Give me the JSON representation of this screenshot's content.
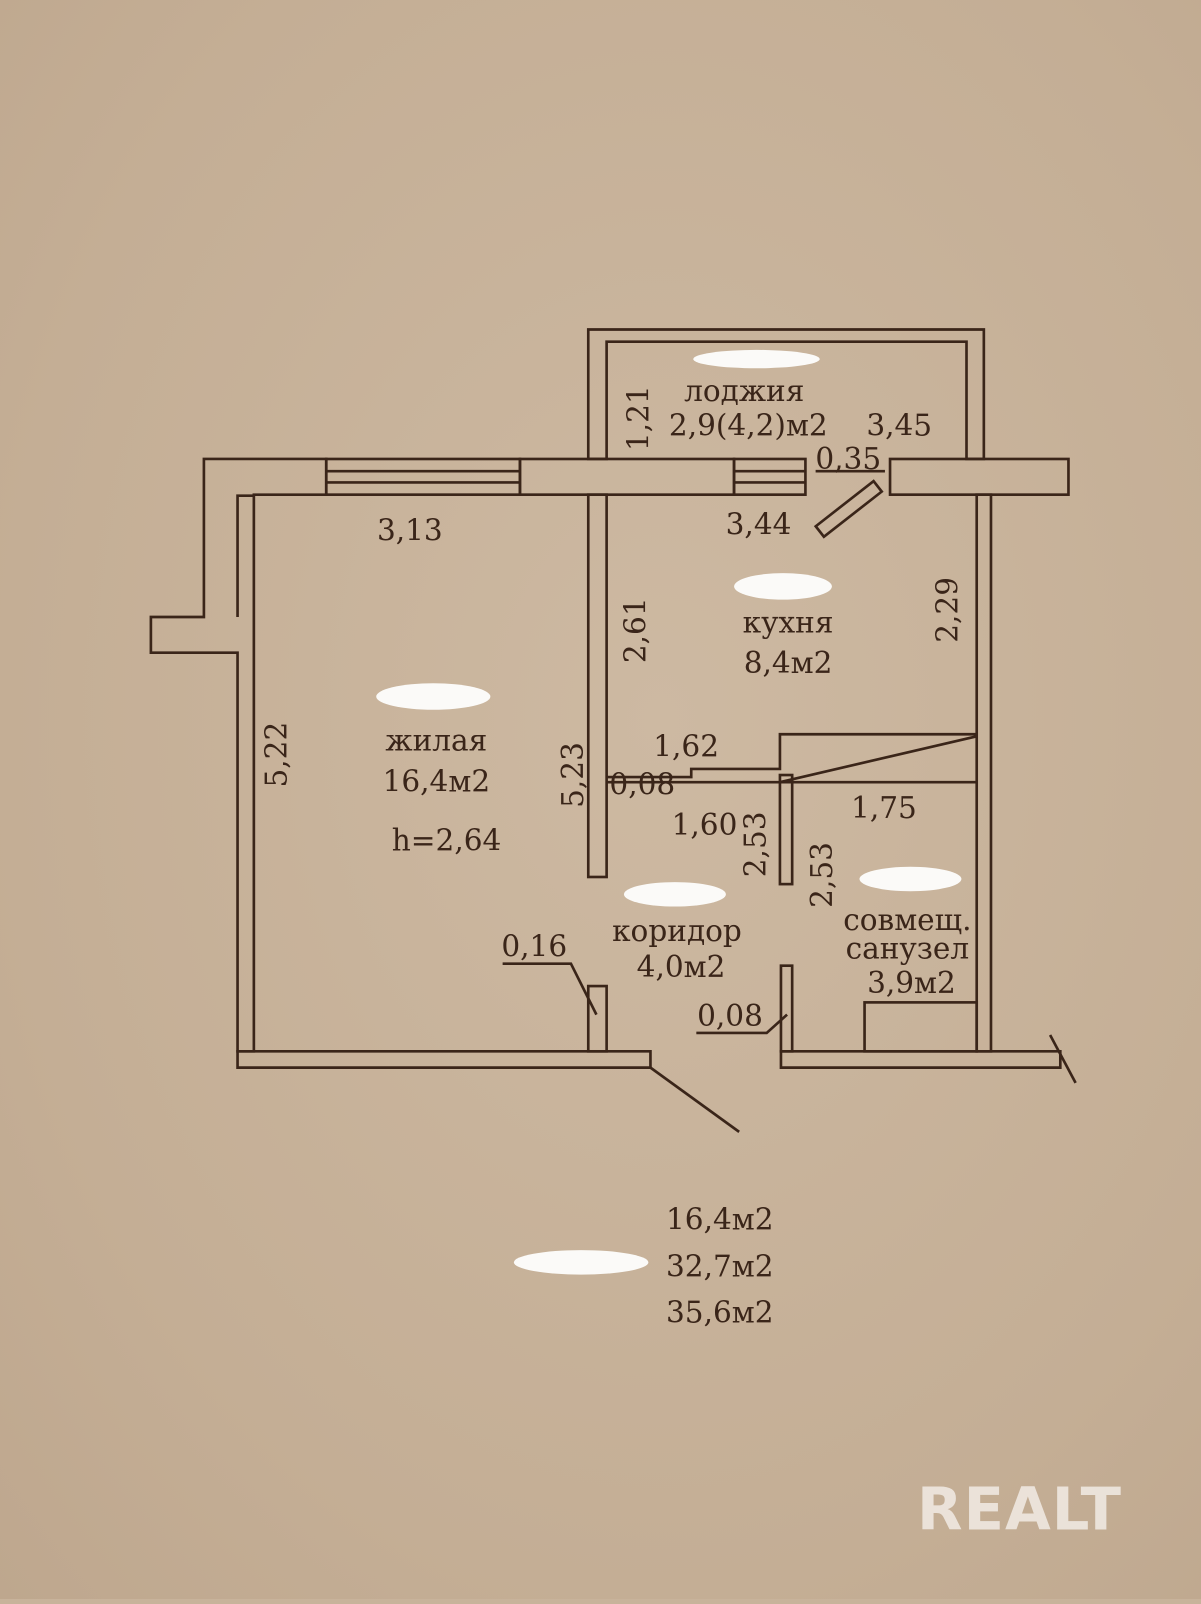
{
  "rooms": {
    "loggia": {
      "name": "лоджия",
      "area": "2,9(4,2)м2"
    },
    "kitchen": {
      "name": "кухня",
      "area": "8,4м2"
    },
    "living": {
      "name": "жилая",
      "area": "16,4м2",
      "height": "h=2,64"
    },
    "corridor": {
      "name": "коридор",
      "area": "4,0м2"
    },
    "bathroom": {
      "name_line1": "совмещ.",
      "name_line2": "санузел",
      "area": "3,9м2"
    }
  },
  "dimensions": {
    "loggia_depth": "1,21",
    "loggia_width": "3,45",
    "window_offset": "0,35",
    "living_width": "3,13",
    "kitchen_width": "3,44",
    "kitchen_left": "2,61",
    "kitchen_right": "2,29",
    "living_left": "5,22",
    "living_right": "5,23",
    "partition_top": "1,62",
    "partition_thickness": "0,08",
    "corridor_width": "1,60",
    "bath_width": "1,75",
    "corridor_length": "2,53",
    "bath_length": "2,53",
    "door_stub_left": "0,16",
    "door_stub_right": "0,08"
  },
  "totals": [
    "16,4м2",
    "32,7м2",
    "35,6м2"
  ],
  "watermark": "REALT",
  "colors": {
    "line": "#3a2519",
    "paper": "#c8b39b"
  }
}
